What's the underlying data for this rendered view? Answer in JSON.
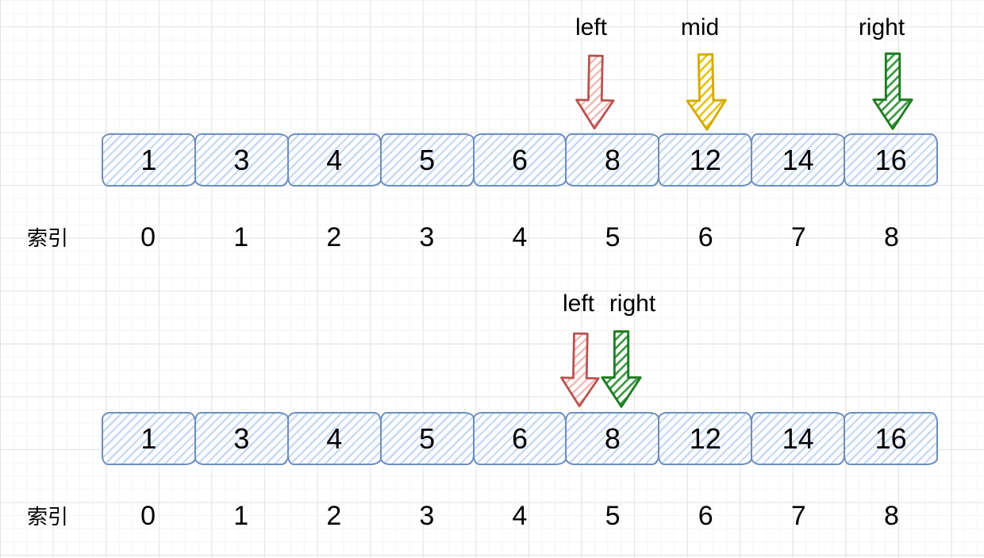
{
  "colors": {
    "text": "#000000",
    "blue-stroke": "#6c8ebf",
    "blue-hatch": "#c9d9f0",
    "red-stroke": "#b85450",
    "red-hatch": "#f0b9b6",
    "yellow-stroke": "#d4ab00",
    "yellow-hatch": "#e6c418",
    "green-stroke": "#1e7d22",
    "green-hatch": "#3f9743"
  },
  "array": {
    "index_label": "索引",
    "values": [
      "1",
      "3",
      "4",
      "5",
      "6",
      "8",
      "12",
      "14",
      "16"
    ],
    "indices": [
      "0",
      "1",
      "2",
      "3",
      "4",
      "5",
      "6",
      "7",
      "8"
    ]
  },
  "top_diagram": {
    "pointers": [
      {
        "label": "left",
        "color": "red",
        "points_to_index": 5
      },
      {
        "label": "mid",
        "color": "yellow",
        "points_to_index": 6
      },
      {
        "label": "right",
        "color": "green",
        "points_to_index": 8
      }
    ]
  },
  "bottom_diagram": {
    "pointers": [
      {
        "label": "left",
        "color": "red",
        "points_to_index": 5
      },
      {
        "label": "right",
        "color": "green",
        "points_to_index": 5
      }
    ]
  }
}
